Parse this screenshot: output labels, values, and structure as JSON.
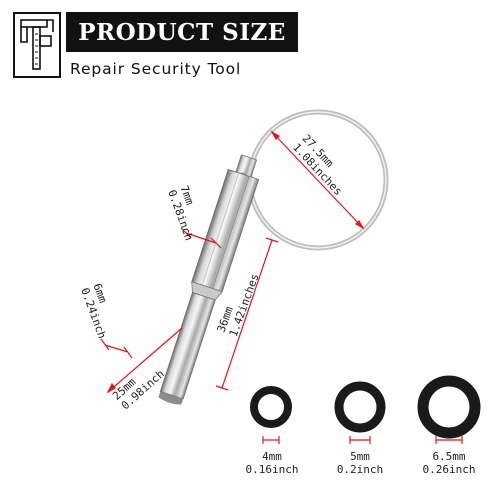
{
  "header": {
    "title": "PRODUCT SIZE",
    "subtitle": "Repair Security Tool",
    "icon": "caliper-icon"
  },
  "dimensions": {
    "ring_diameter": {
      "mm": "27.5mm",
      "inch": "1.08inches"
    },
    "hex_width": {
      "mm": "7mm",
      "inch": "0.28inch"
    },
    "tip_width": {
      "mm": "6mm",
      "inch": "0.24inch"
    },
    "total_length": {
      "mm": "36mm",
      "inch": "1.42inches"
    },
    "tip_length": {
      "mm": "25mm",
      "inch": "0.98inch"
    }
  },
  "o_rings": [
    {
      "mm": "4mm",
      "inch": "0.16inch"
    },
    {
      "mm": "5mm",
      "inch": "0.2inch"
    },
    {
      "mm": "6.5mm",
      "inch": "0.26inch"
    }
  ],
  "colors": {
    "banner_bg": "#111111",
    "dimension_line": "#e0161b",
    "o_ring": "#1a1a1a"
  }
}
